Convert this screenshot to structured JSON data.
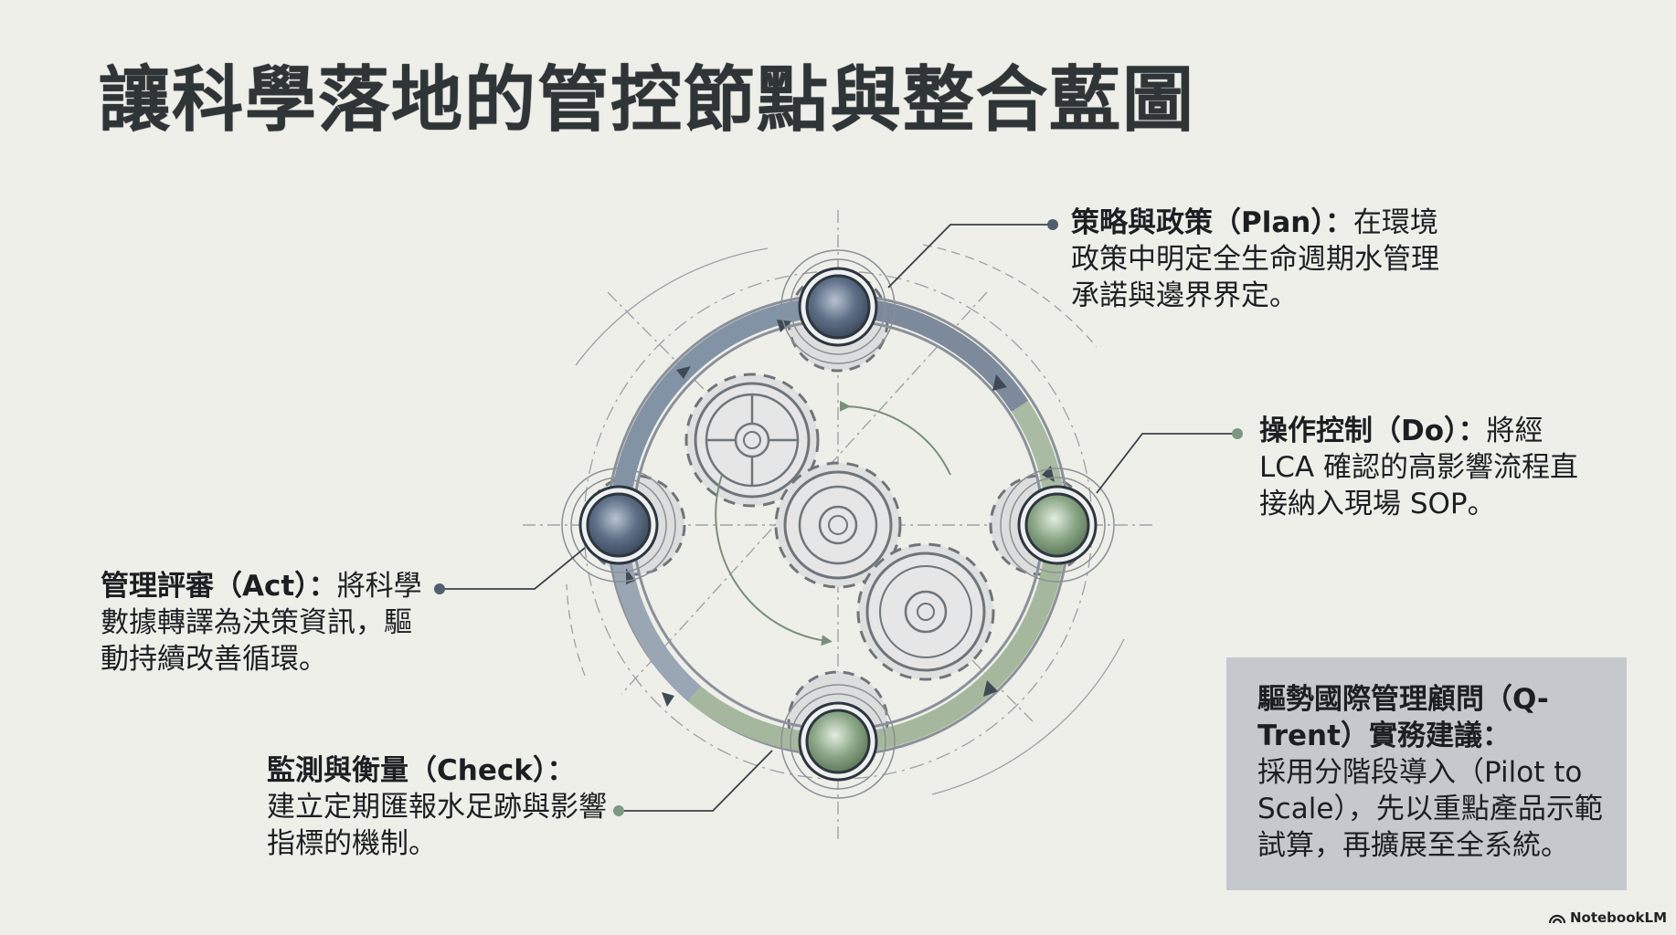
{
  "title": "讓科學落地的管控節點與整合藍圖",
  "cycle": {
    "plan": {
      "head": "策略與政策（Plan）：",
      "body": "在環境政策中明定全生命週期水管理承諾與邊界界定。",
      "node_color": "#5a6b80"
    },
    "do": {
      "head": "操作控制（Do）：",
      "body": "將經 LCA 確認的高影響流程直接納入現場 SOP。",
      "node_color": "#7f9c7c"
    },
    "check": {
      "head": "監測與衡量（Check）：",
      "body": "建立定期匯報水足跡與影響指標的機制。",
      "node_color": "#7f9c7c"
    },
    "act": {
      "head": "管理評審（Act）：",
      "body": "將科學數據轉譯為決策資訊，驅動持續改善循環。",
      "node_color": "#5a6b80"
    }
  },
  "advice": {
    "head": "驅勢國際管理顧問（Q-Trent）實務建議：",
    "body": "採用分階段導入（Pilot to Scale），先以重點產品示範試算，再擴展至全系統。"
  },
  "brand": {
    "label": "NotebookLM",
    "icon": "notebooklm-logo-icon"
  },
  "colors": {
    "background": "#efefea",
    "blue_node": "#5a6b80",
    "green_node": "#7f9c7c",
    "blue_ring": "#7d8a9b",
    "green_ring": "#a5b89d",
    "advice_box": "#c5c9cd",
    "gear_fill": "#dcdedd"
  }
}
